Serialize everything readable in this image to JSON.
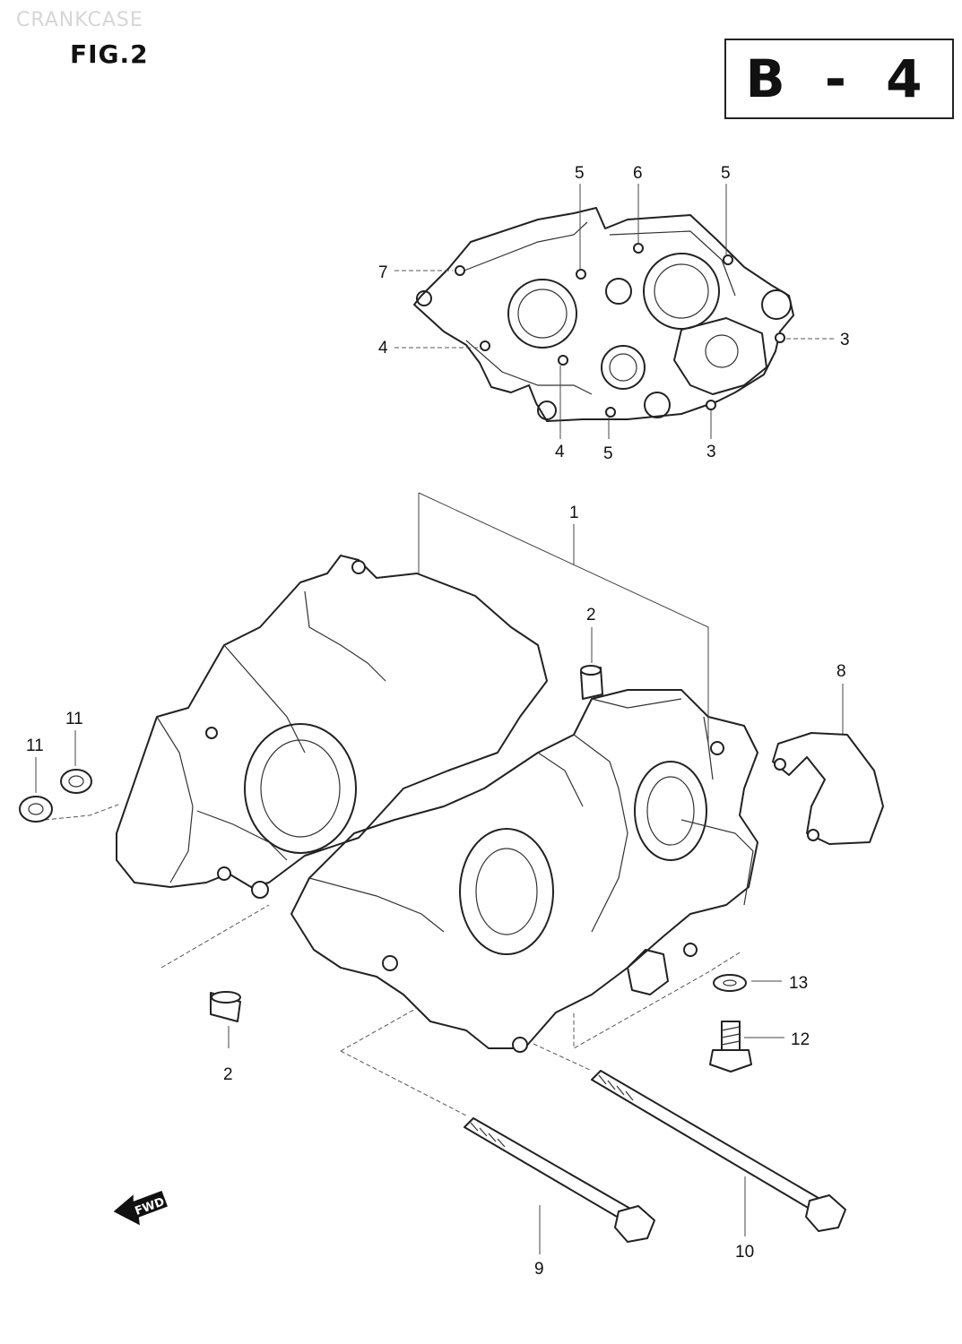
{
  "header": {
    "faint_title": "CRANKCASE",
    "figure_label": "FIG.2",
    "section_code": "B - 4"
  },
  "direction_marker": {
    "text": "FWD",
    "icon": "forward-arrow-icon"
  },
  "callouts": {
    "top_5_left": "5",
    "top_6": "6",
    "top_5_right": "5",
    "top_7": "7",
    "top_4_left": "4",
    "top_3_right": "3",
    "top_4_bottom": "4",
    "top_5_bottom": "5",
    "top_3_bottom": "3",
    "main_1": "1",
    "main_2_upper": "2",
    "main_8": "8",
    "main_11_upper": "11",
    "main_11_lower": "11",
    "main_13": "13",
    "main_12": "12",
    "main_2_lower": "2",
    "main_9": "9",
    "main_10": "10"
  }
}
